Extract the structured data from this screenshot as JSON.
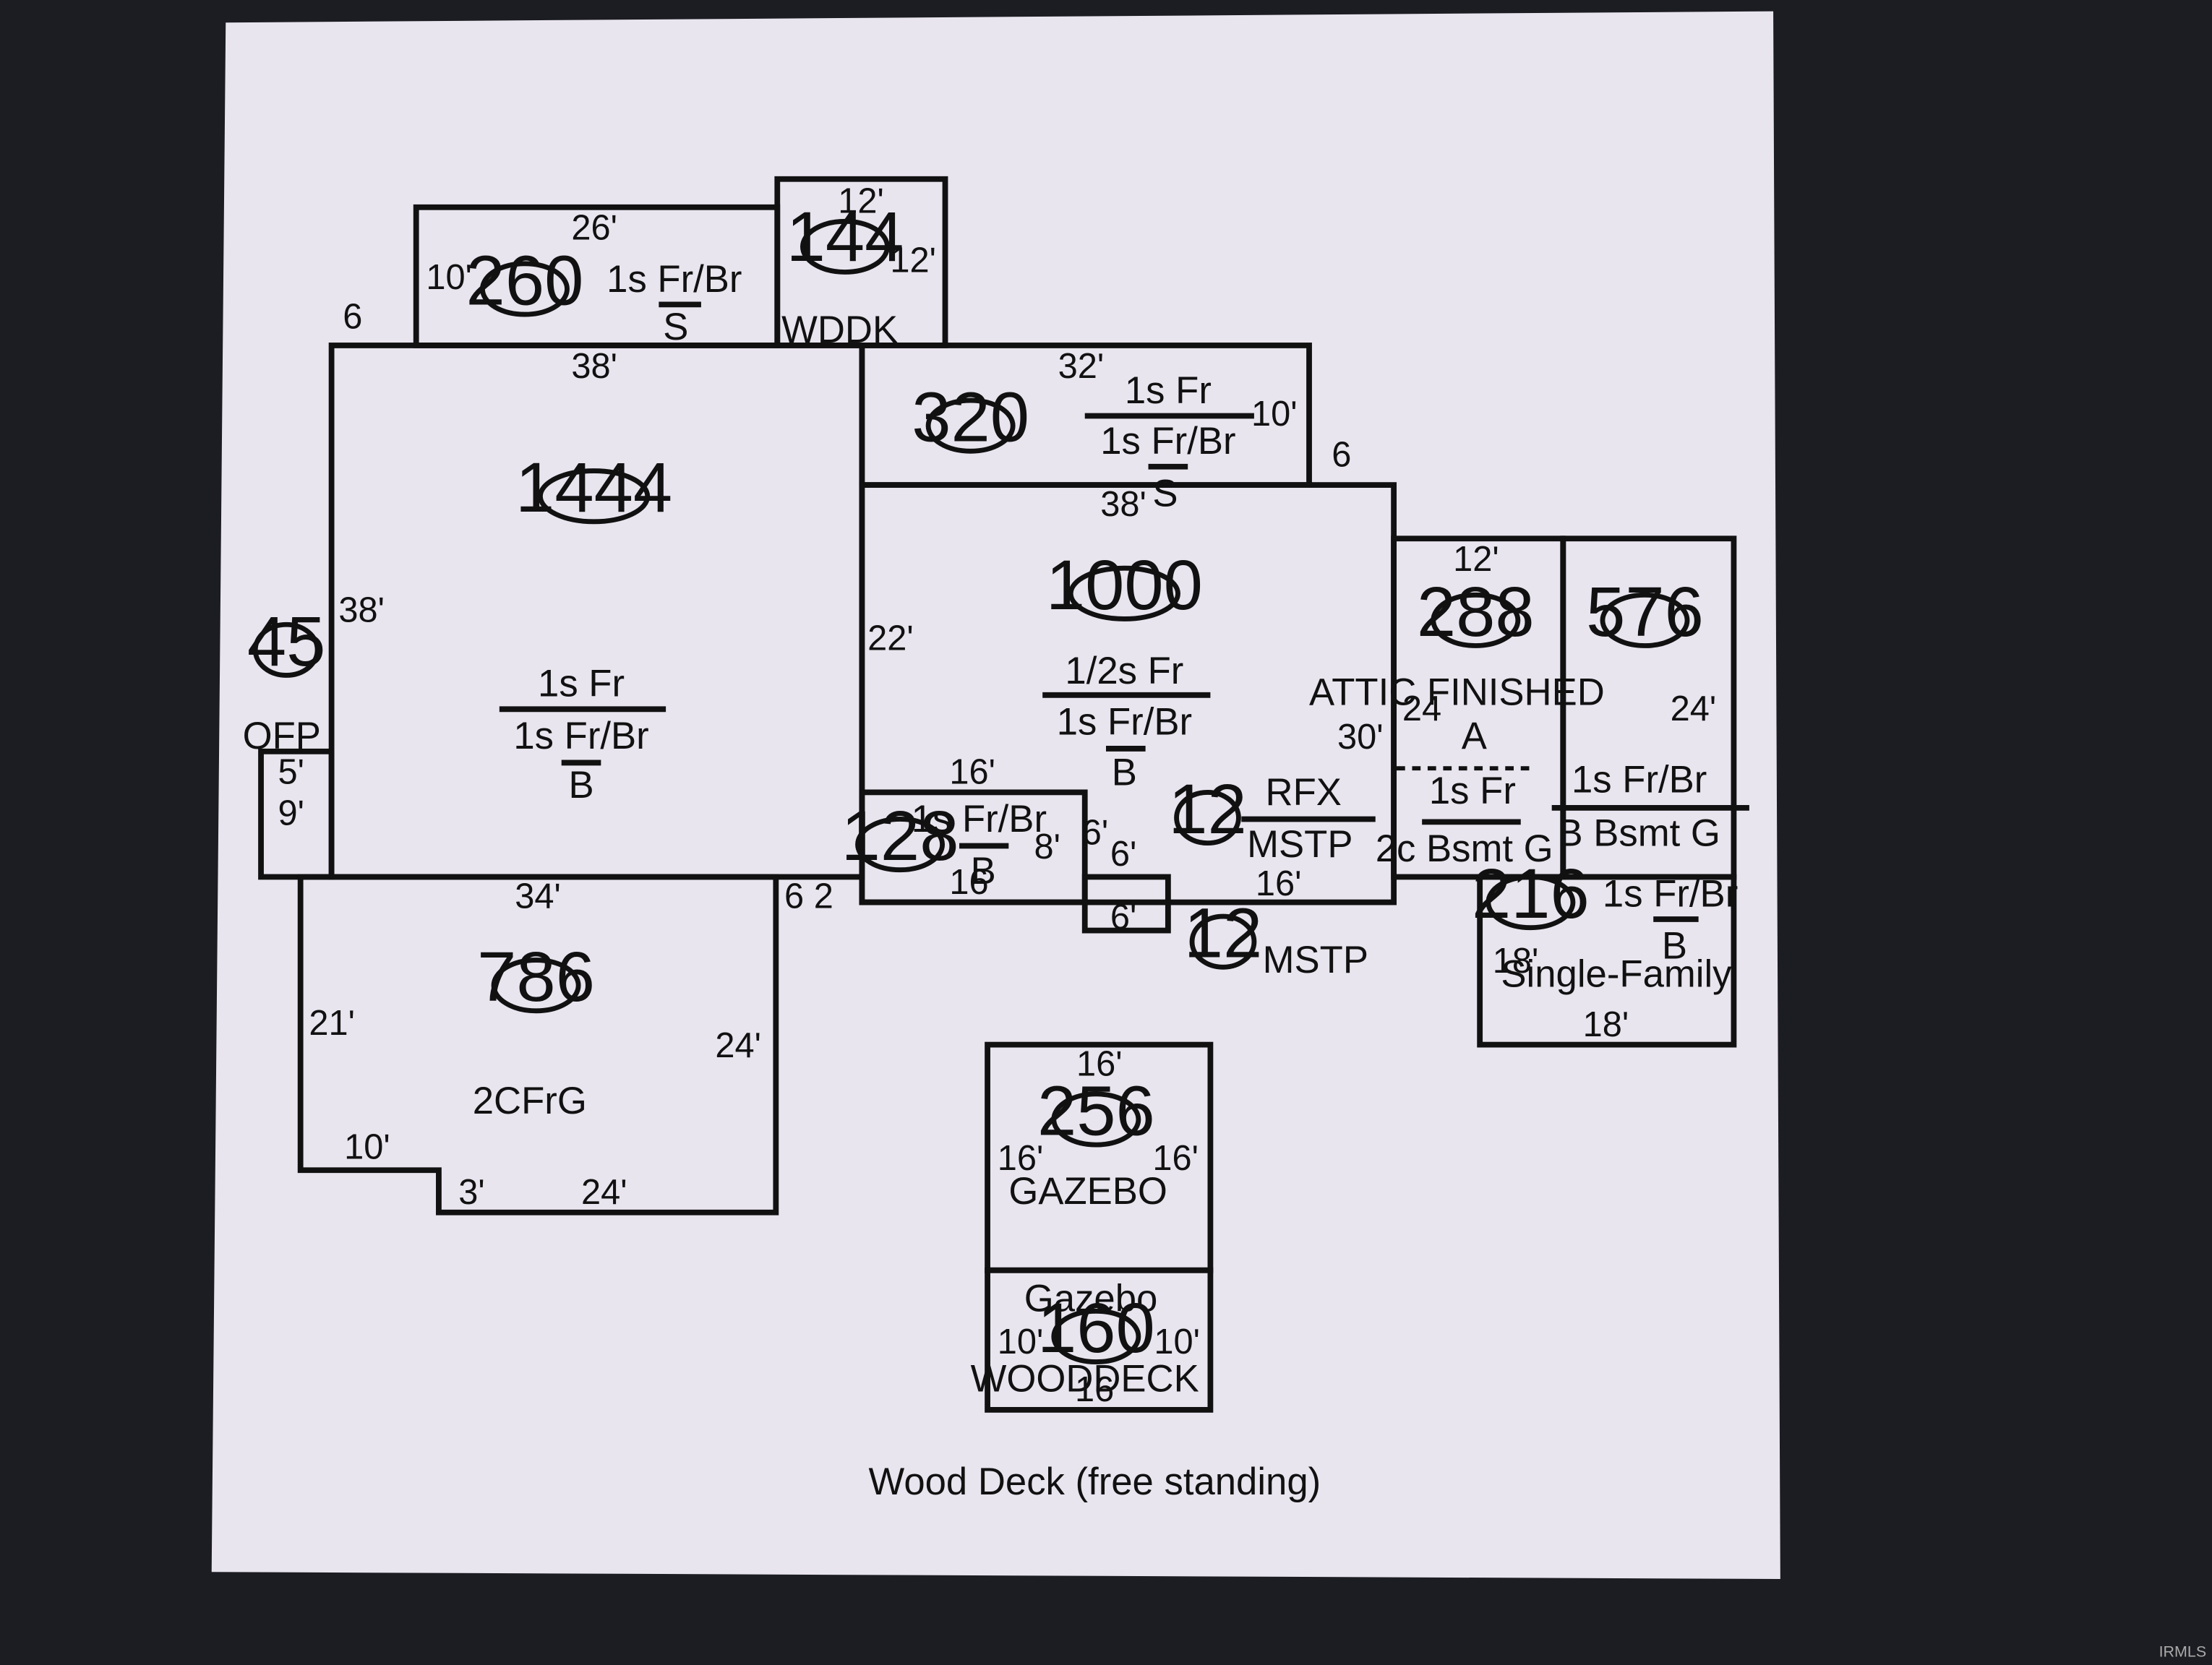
{
  "colors": {
    "paper": "#e9e5ef",
    "ink": "#111111",
    "background": "#1c1d22"
  },
  "sketch": {
    "areas": {
      "a260": "260",
      "a144": "144",
      "a1444": "1444",
      "a320": "320",
      "a1000": "1000",
      "a45": "45",
      "a288": "288",
      "a576": "576",
      "a128": "128",
      "a12a": "12",
      "a12b": "12",
      "a216": "216",
      "a786": "786",
      "a256": "256",
      "a160": "160"
    },
    "labels": {
      "oneFrBrS_top": "1s Fr/Br",
      "s_top": "S",
      "wddk": "WDDK",
      "main_upper": "1s Fr",
      "main_lower": "1s Fr/Br",
      "main_b": "B",
      "ofp": "OFP",
      "r320_upper": "1s Fr",
      "r320_lower": "1s Fr/Br",
      "r320_s": "S",
      "r1000_upper": "1/2s Fr",
      "r1000_lower": "1s Fr/Br",
      "r1000_b": "B",
      "attic": "ATTIC FINISHED",
      "attic_a": "A",
      "r288_fr": "1s Fr",
      "bsmt_left": "2c Bsmt G",
      "r576_frbr": "1s Fr/Br",
      "bsmt_right": "B Bsmt G",
      "r128_frbr": "1s Fr/Br",
      "r128_b": "B",
      "rfx": "RFX",
      "mstp": "MSTP",
      "mstp2": "MSTP",
      "r216_frbr": "1s Fr/Br",
      "r216_b": "B",
      "single_family": "Single-Family",
      "garage": "2CFrG",
      "gazebo_upper": "GAZEBO",
      "gazebo_lower": "Gazebo",
      "wooddeck": "WOODDECK"
    },
    "dims": {
      "d26": "26'",
      "d10a": "10'",
      "d6a": "6",
      "d12a": "12'",
      "d12b": "12'",
      "d38a": "38'",
      "d38b": "38'",
      "d45dim5": "5'",
      "d45dim9": "9'",
      "d32": "32'",
      "d10b": "10'",
      "d6b": "6",
      "d38c": "38'",
      "d22": "22'",
      "d12c": "12'",
      "d24a": "24",
      "d30": "30'",
      "d24b": "24'",
      "d16a": "16'",
      "d8": "8'",
      "d16b": "16",
      "d6c": "6'",
      "d6d": "6'",
      "d6e": "6'",
      "d16c": "16'",
      "d34": "34'",
      "d62": "6 2",
      "d21": "21'",
      "d24c": "24'",
      "d10c": "10'",
      "d3": "3'",
      "d24d": "24'",
      "d18a": "18'",
      "d18b": "18'",
      "d16d": "16'",
      "d16e": "16'",
      "d16f": "16'",
      "d10d": "10'",
      "d10e": "10'",
      "d16g": "16"
    },
    "caption": "Wood Deck (free standing)"
  },
  "watermark": "IRMLS"
}
